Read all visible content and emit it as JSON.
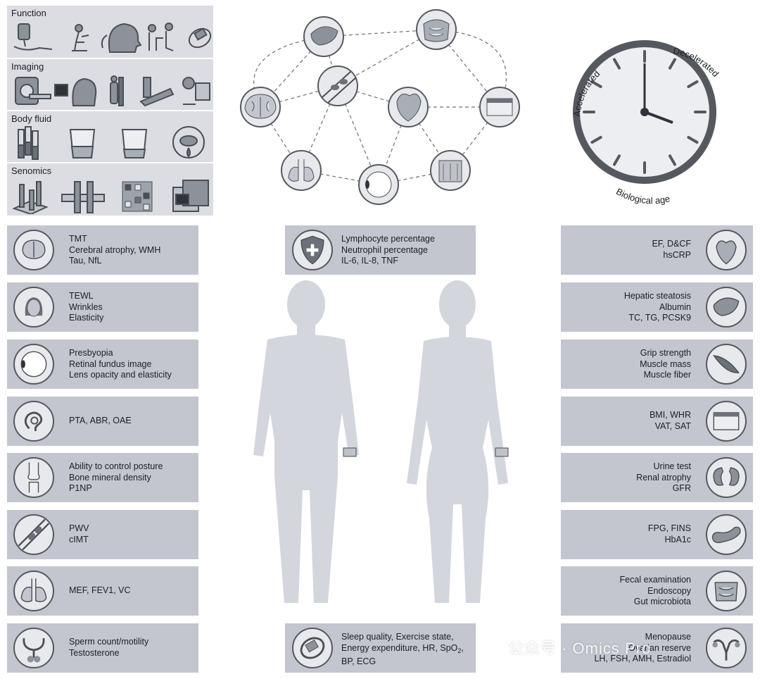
{
  "methods": [
    {
      "label": "Function",
      "icons": [
        "blood-pressure-icon",
        "exercise-bike-icon",
        "head-profile-icon",
        "clinician-exam-icon",
        "wristband-icon"
      ]
    },
    {
      "label": "Imaging",
      "icons": [
        "mri-scanner-icon",
        "eeg-head-icon",
        "body-scan-icon",
        "ct-table-icon",
        "eye-exam-icon"
      ]
    },
    {
      "label": "Body fluid",
      "icons": [
        "test-tubes-icon",
        "sample-cup-icon",
        "urine-cup-icon",
        "tear-eye-icon"
      ]
    },
    {
      "label": "Senomics",
      "icons": [
        "bar-landscape-icon",
        "dna-strand-icon",
        "heatmap-icon",
        "sequencer-icon"
      ]
    }
  ],
  "network": {
    "nodes": [
      "liver-icon",
      "intestine-icon",
      "brain-icon",
      "vessel-icon",
      "heart-icon",
      "fat-tissue-icon",
      "lung-icon",
      "eye-icon",
      "skin-icon"
    ]
  },
  "clock": {
    "label_left": "Accelerated",
    "label_right": "Decelerated",
    "label_bottom": "Biological age"
  },
  "left_cards": [
    {
      "icon": "brain-icon",
      "lines": [
        "TMT",
        "Cerebral atrophy, WMH",
        "Tau, NfL"
      ]
    },
    {
      "icon": "face-icon",
      "lines": [
        "TEWL",
        "Wrinkles",
        "Elasticity"
      ]
    },
    {
      "icon": "eye-icon",
      "lines": [
        "Presbyopia",
        "Retinal fundus image",
        "Lens opacity and elasticity"
      ]
    },
    {
      "icon": "ear-icon",
      "lines": [
        "PTA, ABR, OAE"
      ]
    },
    {
      "icon": "knee-joint-icon",
      "lines": [
        "Ability to control posture",
        "Bone mineral density",
        "P1NP"
      ]
    },
    {
      "icon": "vessel-icon",
      "lines": [
        "PWV",
        "cIMT"
      ]
    },
    {
      "icon": "lung-icon",
      "lines": [
        "MEF, FEV1, VC"
      ]
    },
    {
      "icon": "male-reproductive-icon",
      "lines": [
        "Sperm count/motility",
        "Testosterone"
      ]
    }
  ],
  "right_cards": [
    {
      "icon": "heart-icon",
      "lines": [
        "EF, D&CF",
        "hsCRP"
      ]
    },
    {
      "icon": "liver-icon",
      "lines": [
        "Hepatic steatosis",
        "Albumin",
        "TC, TG, PCSK9"
      ]
    },
    {
      "icon": "muscle-icon",
      "lines": [
        "Grip strength",
        "Muscle mass",
        "Muscle fiber"
      ]
    },
    {
      "icon": "fat-tissue-icon",
      "lines": [
        "BMI, WHR",
        "VAT, SAT"
      ]
    },
    {
      "icon": "kidney-icon",
      "lines": [
        "Urine test",
        "Renal atrophy",
        "GFR"
      ]
    },
    {
      "icon": "pancreas-icon",
      "lines": [
        "FPG, FINS",
        "HbA1c"
      ]
    },
    {
      "icon": "intestine-icon",
      "lines": [
        "Fecal examination",
        "Endoscopy",
        "Gut microbiota"
      ]
    },
    {
      "icon": "female-reproductive-icon",
      "lines": [
        "Menopause",
        "Ovarian reserve",
        "LH, FSH, AMH, Estradiol"
      ]
    }
  ],
  "center_top_card": {
    "icon": "immune-shield-icon",
    "lines": [
      "Lymphocyte percentage",
      "Neutrophil percentage",
      "IL-6, IL-8, TNF"
    ]
  },
  "center_bottom_card": {
    "icon": "wearable-icon",
    "line1": "Sleep quality, Exercise state,",
    "line2_a": "Energy expenditure, HR, SpO",
    "line2_sub": "2",
    "line2_b": ",",
    "line3": "BP, ECG"
  },
  "watermark": "公众号 · Omics Pro",
  "colors": {
    "panel": "#dbdde2",
    "card": "#c3c6ce",
    "silhouette": "#d3d6dc",
    "ink": "#55595f"
  }
}
